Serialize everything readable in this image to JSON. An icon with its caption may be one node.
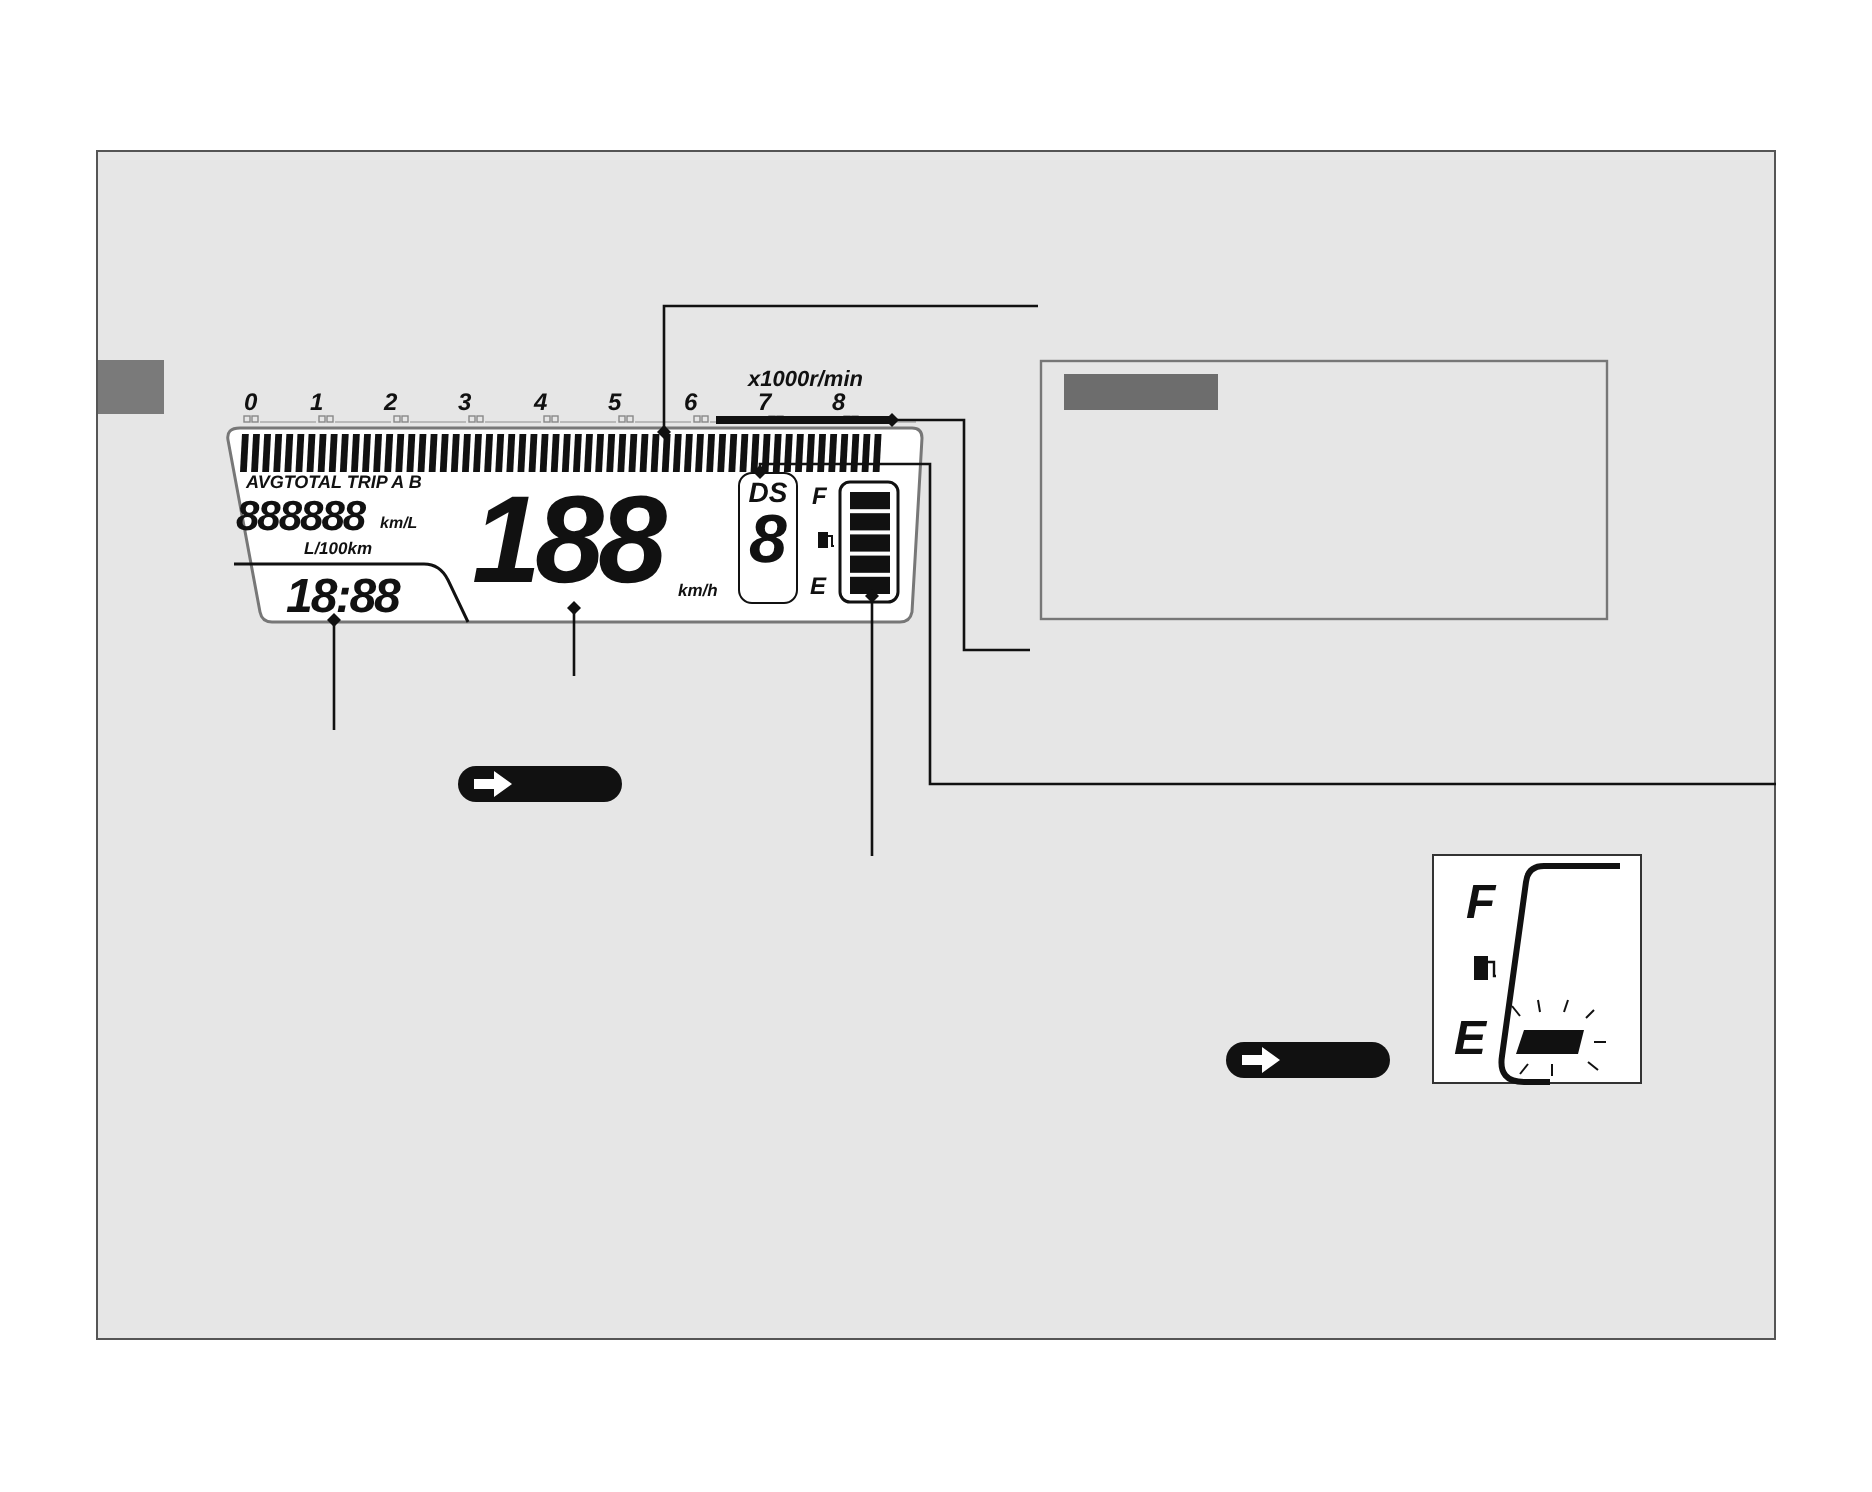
{
  "diagram": {
    "nodes": [
      {
        "text": [],
        "shape": "bar"
      },
      {
        "text": [],
        "shape": "bar"
      },
      {
        "text": [
          "DS",
          "8"
        ]
      },
      {
        "text": [
          "18:88"
        ]
      },
      {
        "text": [
          "188"
        ]
      },
      {
        "text": [],
        "shape": "bar"
      }
    ],
    "edges": [
      {
        "from": null,
        "to": 0,
        "arrow": "other"
      },
      {
        "from": null,
        "to": 1,
        "arrow": "other"
      },
      {
        "from": null,
        "to": 2,
        "arrow": "other"
      },
      {
        "from": null,
        "to": 3,
        "arrow": "other"
      },
      {
        "from": null,
        "to": 4,
        "arrow": "other"
      },
      {
        "from": null,
        "to": 5,
        "arrow": "other"
      }
    ],
    "labels": [
      "x1000r/min",
      "0",
      "1",
      "2",
      "3",
      "4",
      "5",
      "6",
      "7",
      "8",
      "AVGTOTAL TRIP A B",
      "888888",
      "km/L",
      "L/100km",
      "km/h",
      "F",
      "E",
      "F",
      "E"
    ]
  }
}
